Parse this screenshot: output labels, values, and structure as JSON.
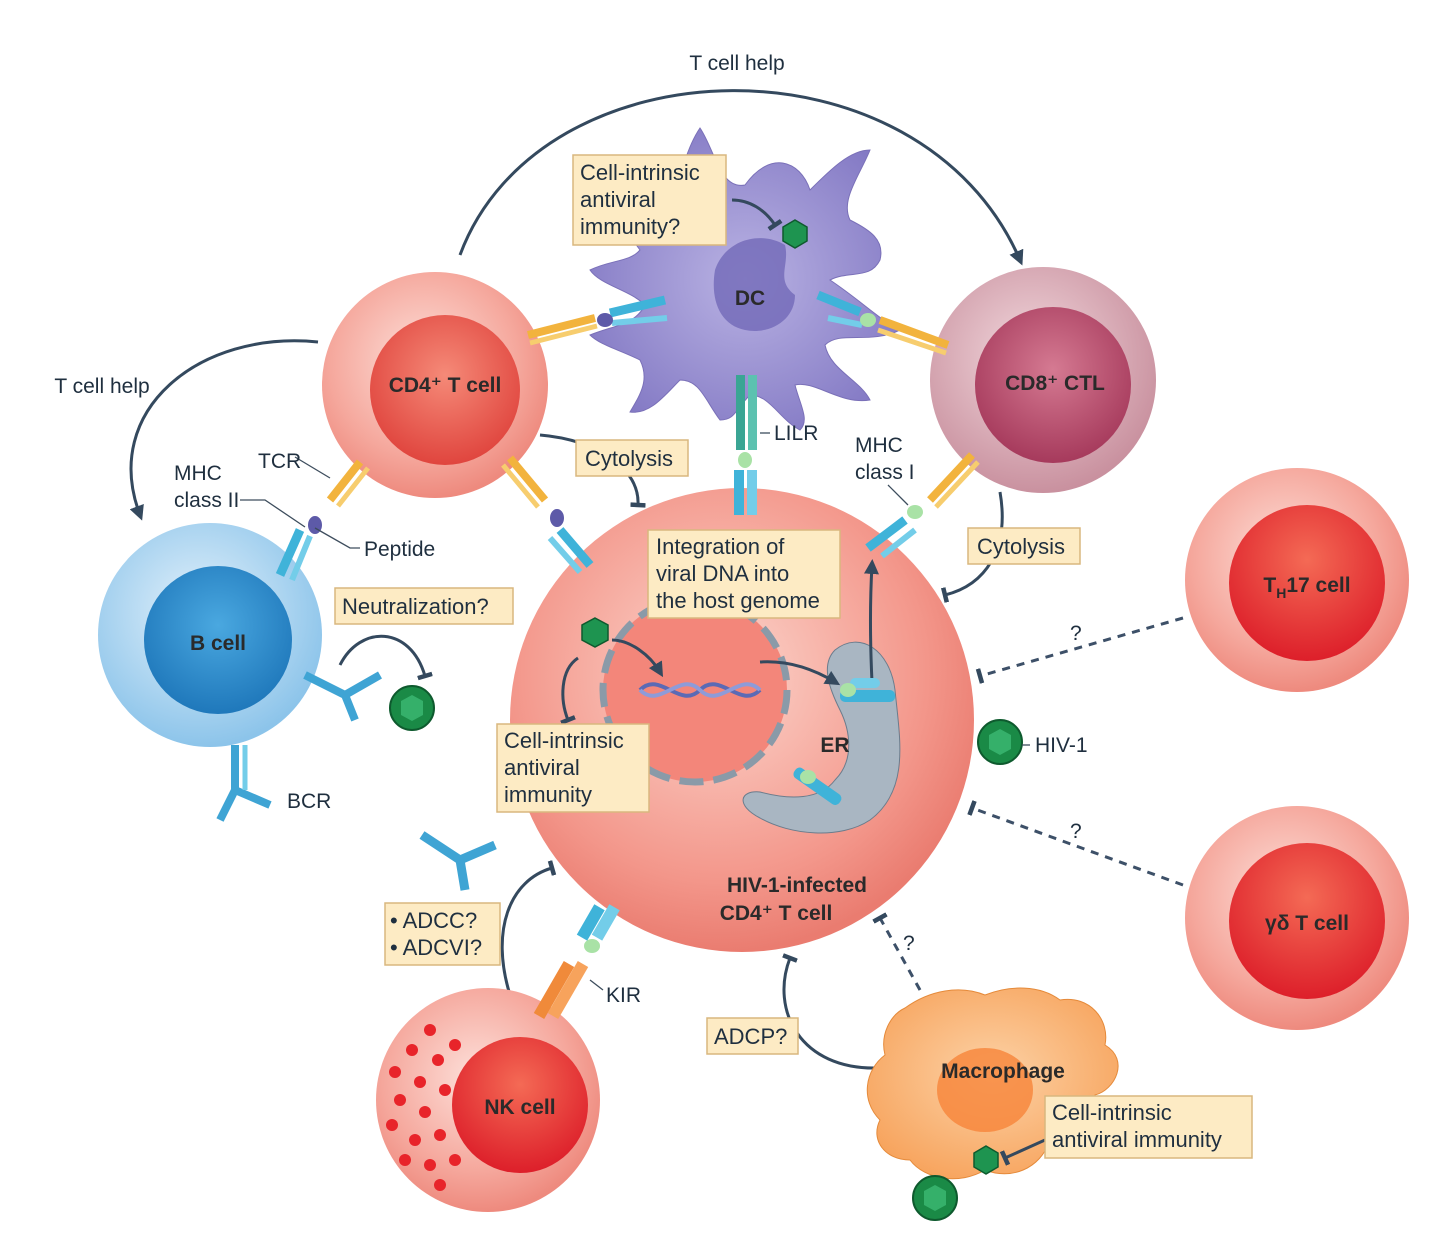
{
  "cells": {
    "cd4": "CD4⁺ T cell",
    "cd8": "CD8⁺ CTL",
    "dc": "DC",
    "bcell": "B cell",
    "infected_line1": "HIV-1-infected",
    "infected_line2": "CD4⁺ T cell",
    "th17_prefix": "T",
    "th17_sub": "H",
    "th17_suffix": "17 cell",
    "gd": "γδ T cell",
    "nk": "NK cell",
    "macrophage": "Macrophage",
    "er": "ER"
  },
  "labels": {
    "t_cell_help_top": "T cell help",
    "t_cell_help_left": "T cell help",
    "tcr": "TCR",
    "mhc2_line1": "MHC",
    "mhc2_line2": "class II",
    "peptide": "Peptide",
    "bcr": "BCR",
    "lilr": "LILR",
    "mhc1_line1": "MHC",
    "mhc1_line2": "class I",
    "hiv1": "HIV-1",
    "kir": "KIR",
    "q1": "?",
    "q2": "?",
    "q3": "?"
  },
  "boxes": {
    "dc_intrinsic": [
      "Cell-intrinsic",
      "antiviral",
      "immunity?"
    ],
    "cytolysis_left": "Cytolysis",
    "cytolysis_right": "Cytolysis",
    "integration": [
      "Integration of",
      "viral DNA into",
      "the host genome"
    ],
    "neutralization": "Neutralization?",
    "infected_intrinsic": [
      "Cell-intrinsic",
      "antiviral",
      "immunity"
    ],
    "adcc": [
      "• ADCC?",
      "• ADCVI?"
    ],
    "adcp": "ADCP?",
    "mac_intrinsic": [
      "Cell-intrinsic",
      "antiviral immunity"
    ]
  },
  "colors": {
    "tcell_red": "#e8534a",
    "cd8_mauve": "#b24a6c",
    "dc_purple": "#8f86c9",
    "bcell_blue": "#2f8ccc",
    "virus_green": "#1a8a46",
    "macrophage_orange": "#f79a4a",
    "box_fill": "#fdebc4",
    "line_dark": "#34495e"
  }
}
